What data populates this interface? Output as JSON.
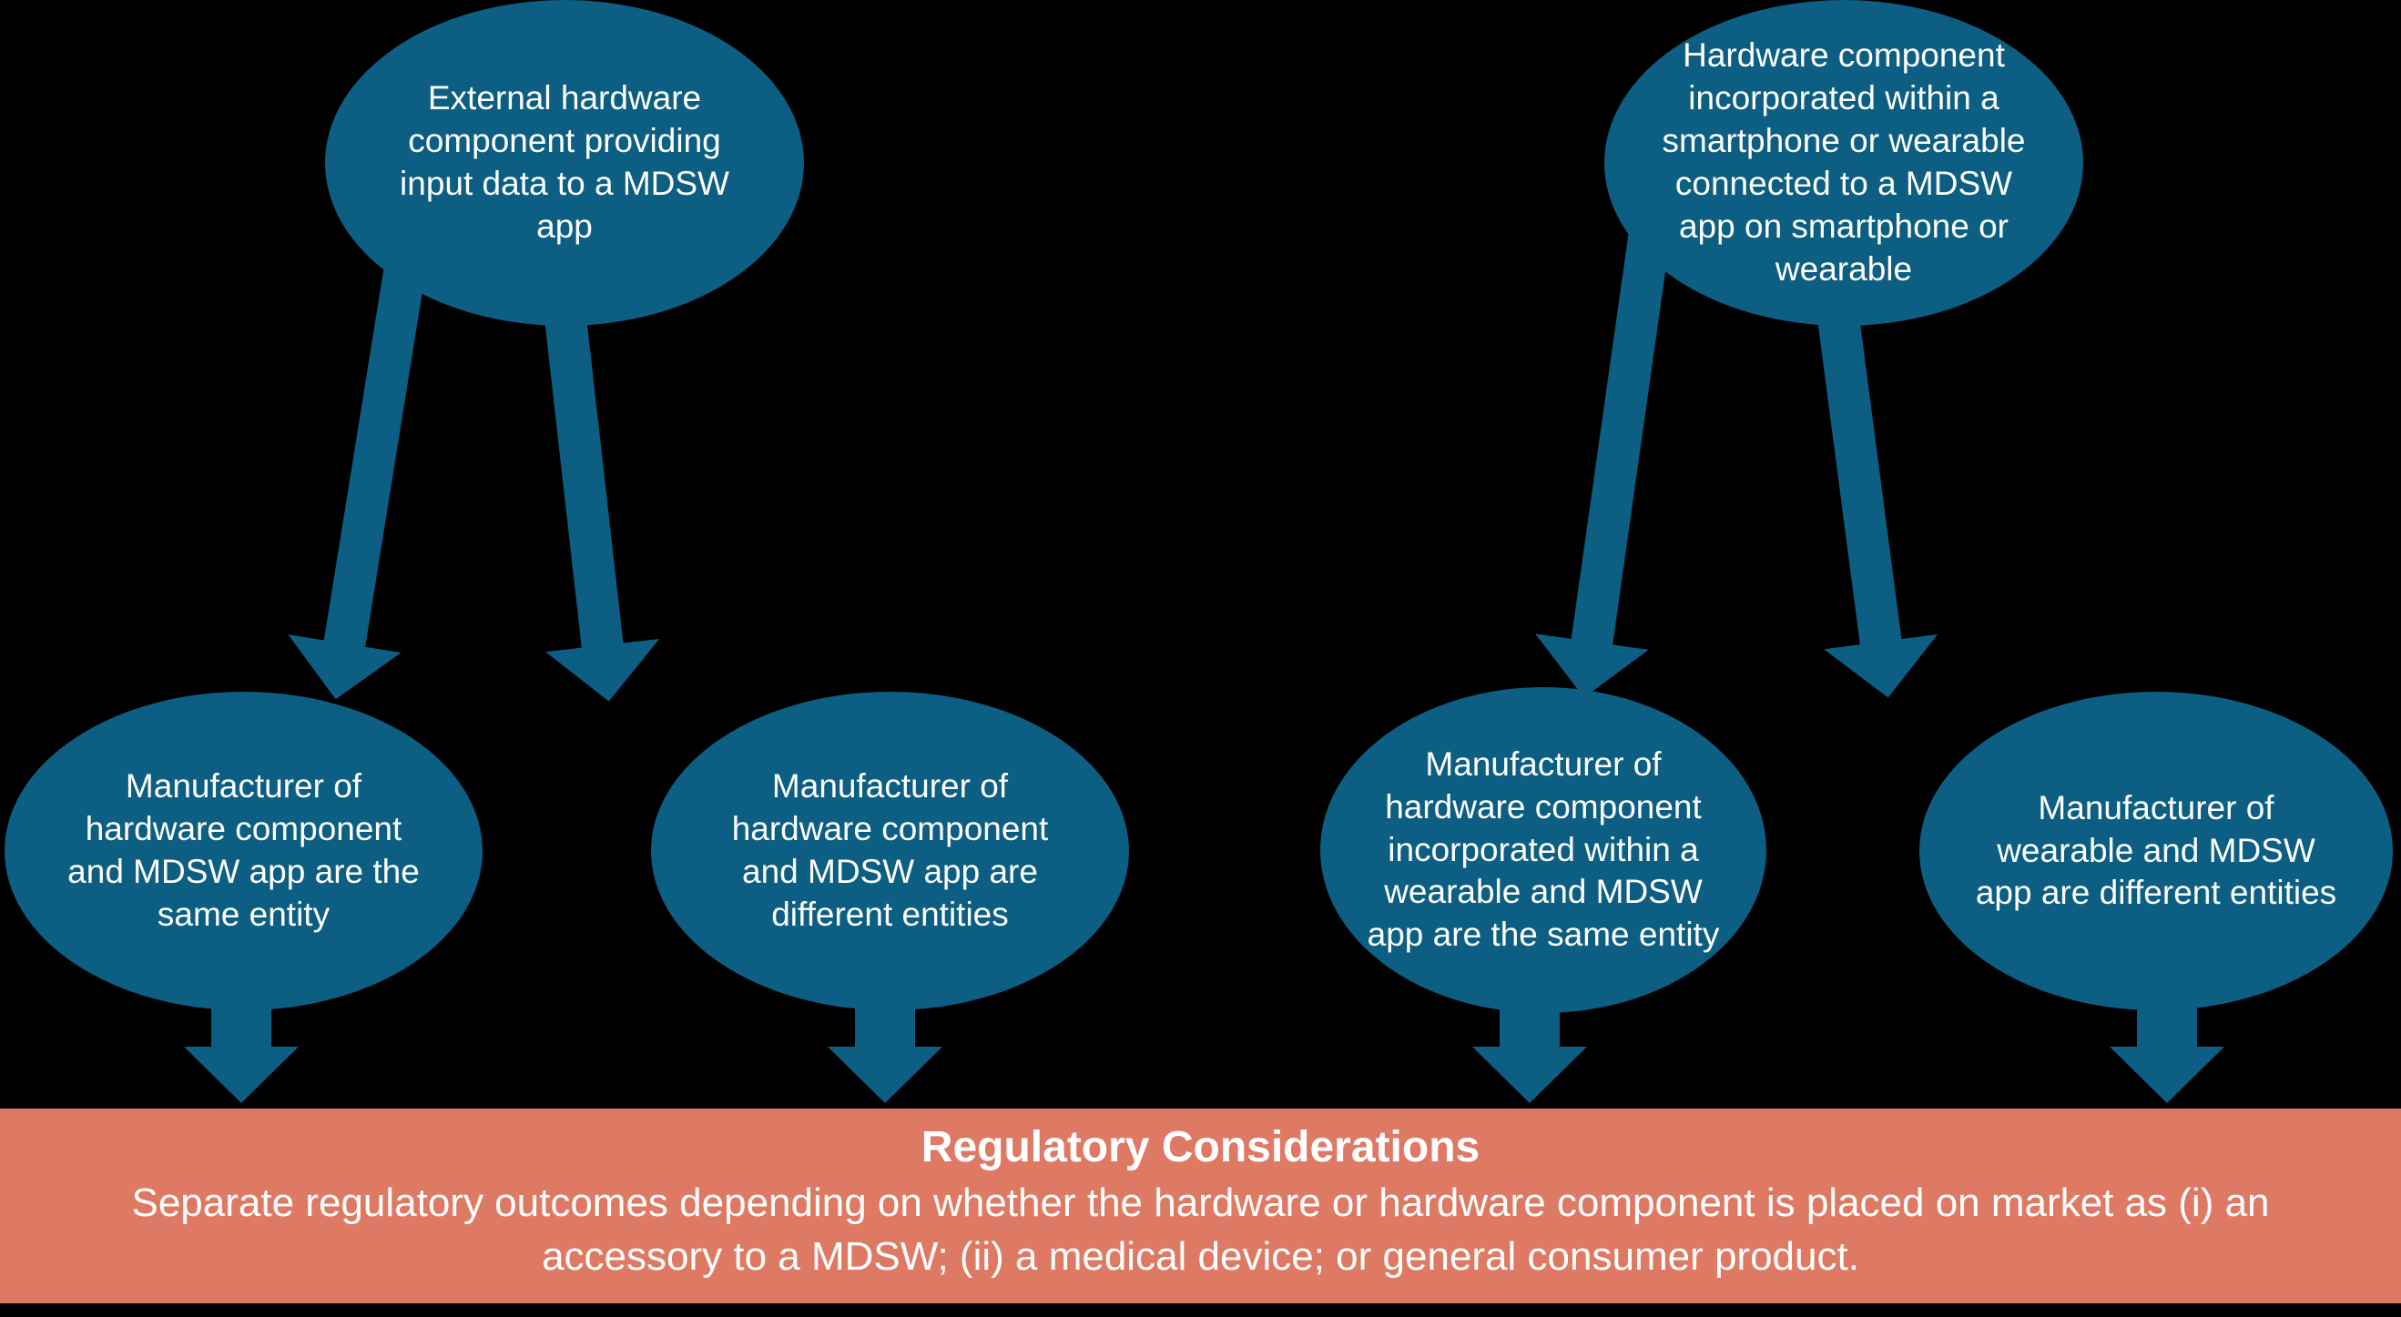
{
  "colors": {
    "background": "#000000",
    "node_fill": "#0C5E82",
    "arrow": "#0C5E82",
    "node_text": "#FFFFFF",
    "banner_fill": "#DE7963",
    "banner_text": "#FFFFFF"
  },
  "nodes": {
    "external_hardware": {
      "text": "External hardware\ncomponent providing\ninput data to a MDSW\napp"
    },
    "incorporated_hardware": {
      "text": "Hardware component\nincorporated within a\nsmartphone or wearable\nconnected to a MDSW\napp on smartphone or\nwearable"
    },
    "same_entity_left": {
      "text": "Manufacturer of\nhardware component\nand MDSW app are the\nsame entity"
    },
    "different_entities_left": {
      "text": "Manufacturer of\nhardware component\nand MDSW app are\ndifferent entities"
    },
    "same_entity_right": {
      "text": "Manufacturer of\nhardware component\nincorporated within a\nwearable and MDSW\napp are the same entity"
    },
    "different_entities_right": {
      "text": "Manufacturer of\nwearable and MDSW\napp are different entities"
    }
  },
  "banner": {
    "title": "Regulatory Considerations",
    "body": "Separate regulatory outcomes depending on whether the hardware or hardware component is placed on market as (i) an\naccessory to a MDSW; (ii) a medical device; or general consumer product."
  }
}
